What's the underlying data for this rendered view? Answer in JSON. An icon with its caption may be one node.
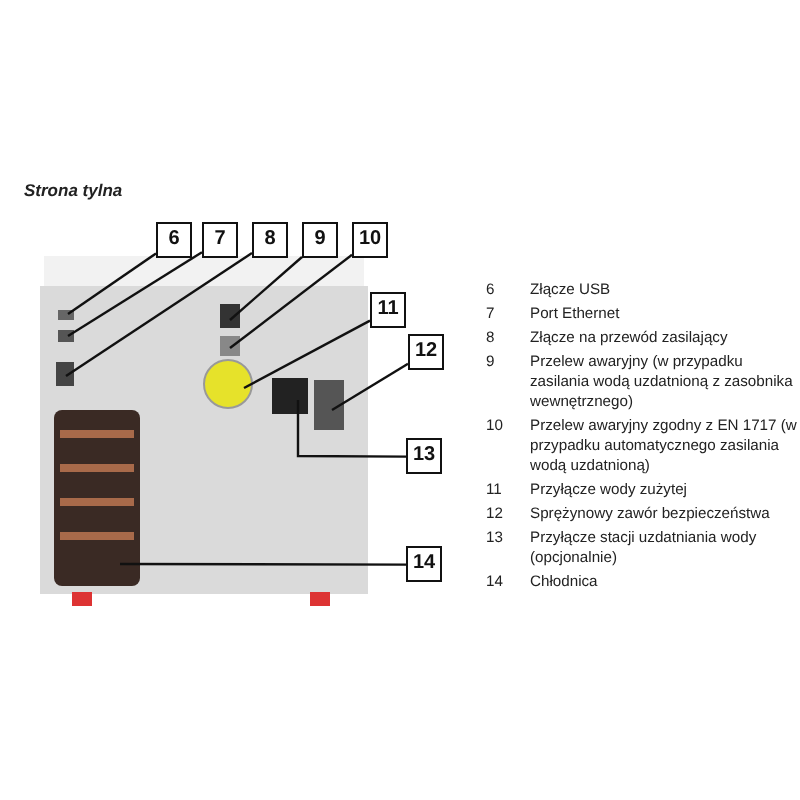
{
  "diagram": {
    "title": "Strona tylna",
    "nodes": [
      {
        "text": [
          "6"
        ]
      },
      {
        "text": [
          "7"
        ]
      },
      {
        "text": [
          "8"
        ]
      },
      {
        "text": [
          "9"
        ]
      },
      {
        "text": [
          "10"
        ]
      },
      {
        "text": [
          "11"
        ]
      },
      {
        "text": [
          "12"
        ]
      },
      {
        "text": [
          "13"
        ]
      },
      {
        "text": [
          "14"
        ]
      }
    ],
    "edges": [
      {
        "from": 0,
        "to": null,
        "arrow": "none"
      },
      {
        "from": 1,
        "to": null,
        "arrow": "none"
      },
      {
        "from": 2,
        "to": null,
        "arrow": "none"
      },
      {
        "from": 3,
        "to": null,
        "arrow": "none"
      },
      {
        "from": 4,
        "to": null,
        "arrow": "none"
      },
      {
        "from": 5,
        "to": null,
        "arrow": "none"
      },
      {
        "from": 6,
        "to": null,
        "arrow": "none"
      },
      {
        "from": 7,
        "to": null,
        "arrow": "none"
      },
      {
        "from": 8,
        "to": null,
        "arrow": "none"
      }
    ],
    "labels": [
      "6",
      "Złącze USB",
      "7",
      "Port Ethernet",
      "8",
      "Złącze na przewód zasilający",
      "9",
      "Przelew awaryjny (w przypadku zasilania wodą uzdatnioną z zasobnika wewnętrznego)",
      "10",
      "Przelew awaryjny zgodny z EN 1717 (w przypadku automatycznego zasilania wodą uzdatnioną)",
      "11",
      "Przyłącze wody zużytej",
      "12",
      "Sprężynowy zawór bezpieczeństwa",
      "13",
      "Przyłącze stacji uzdatniania wody (opcjonalnie)",
      "14",
      "Chłodnica"
    ]
  }
}
